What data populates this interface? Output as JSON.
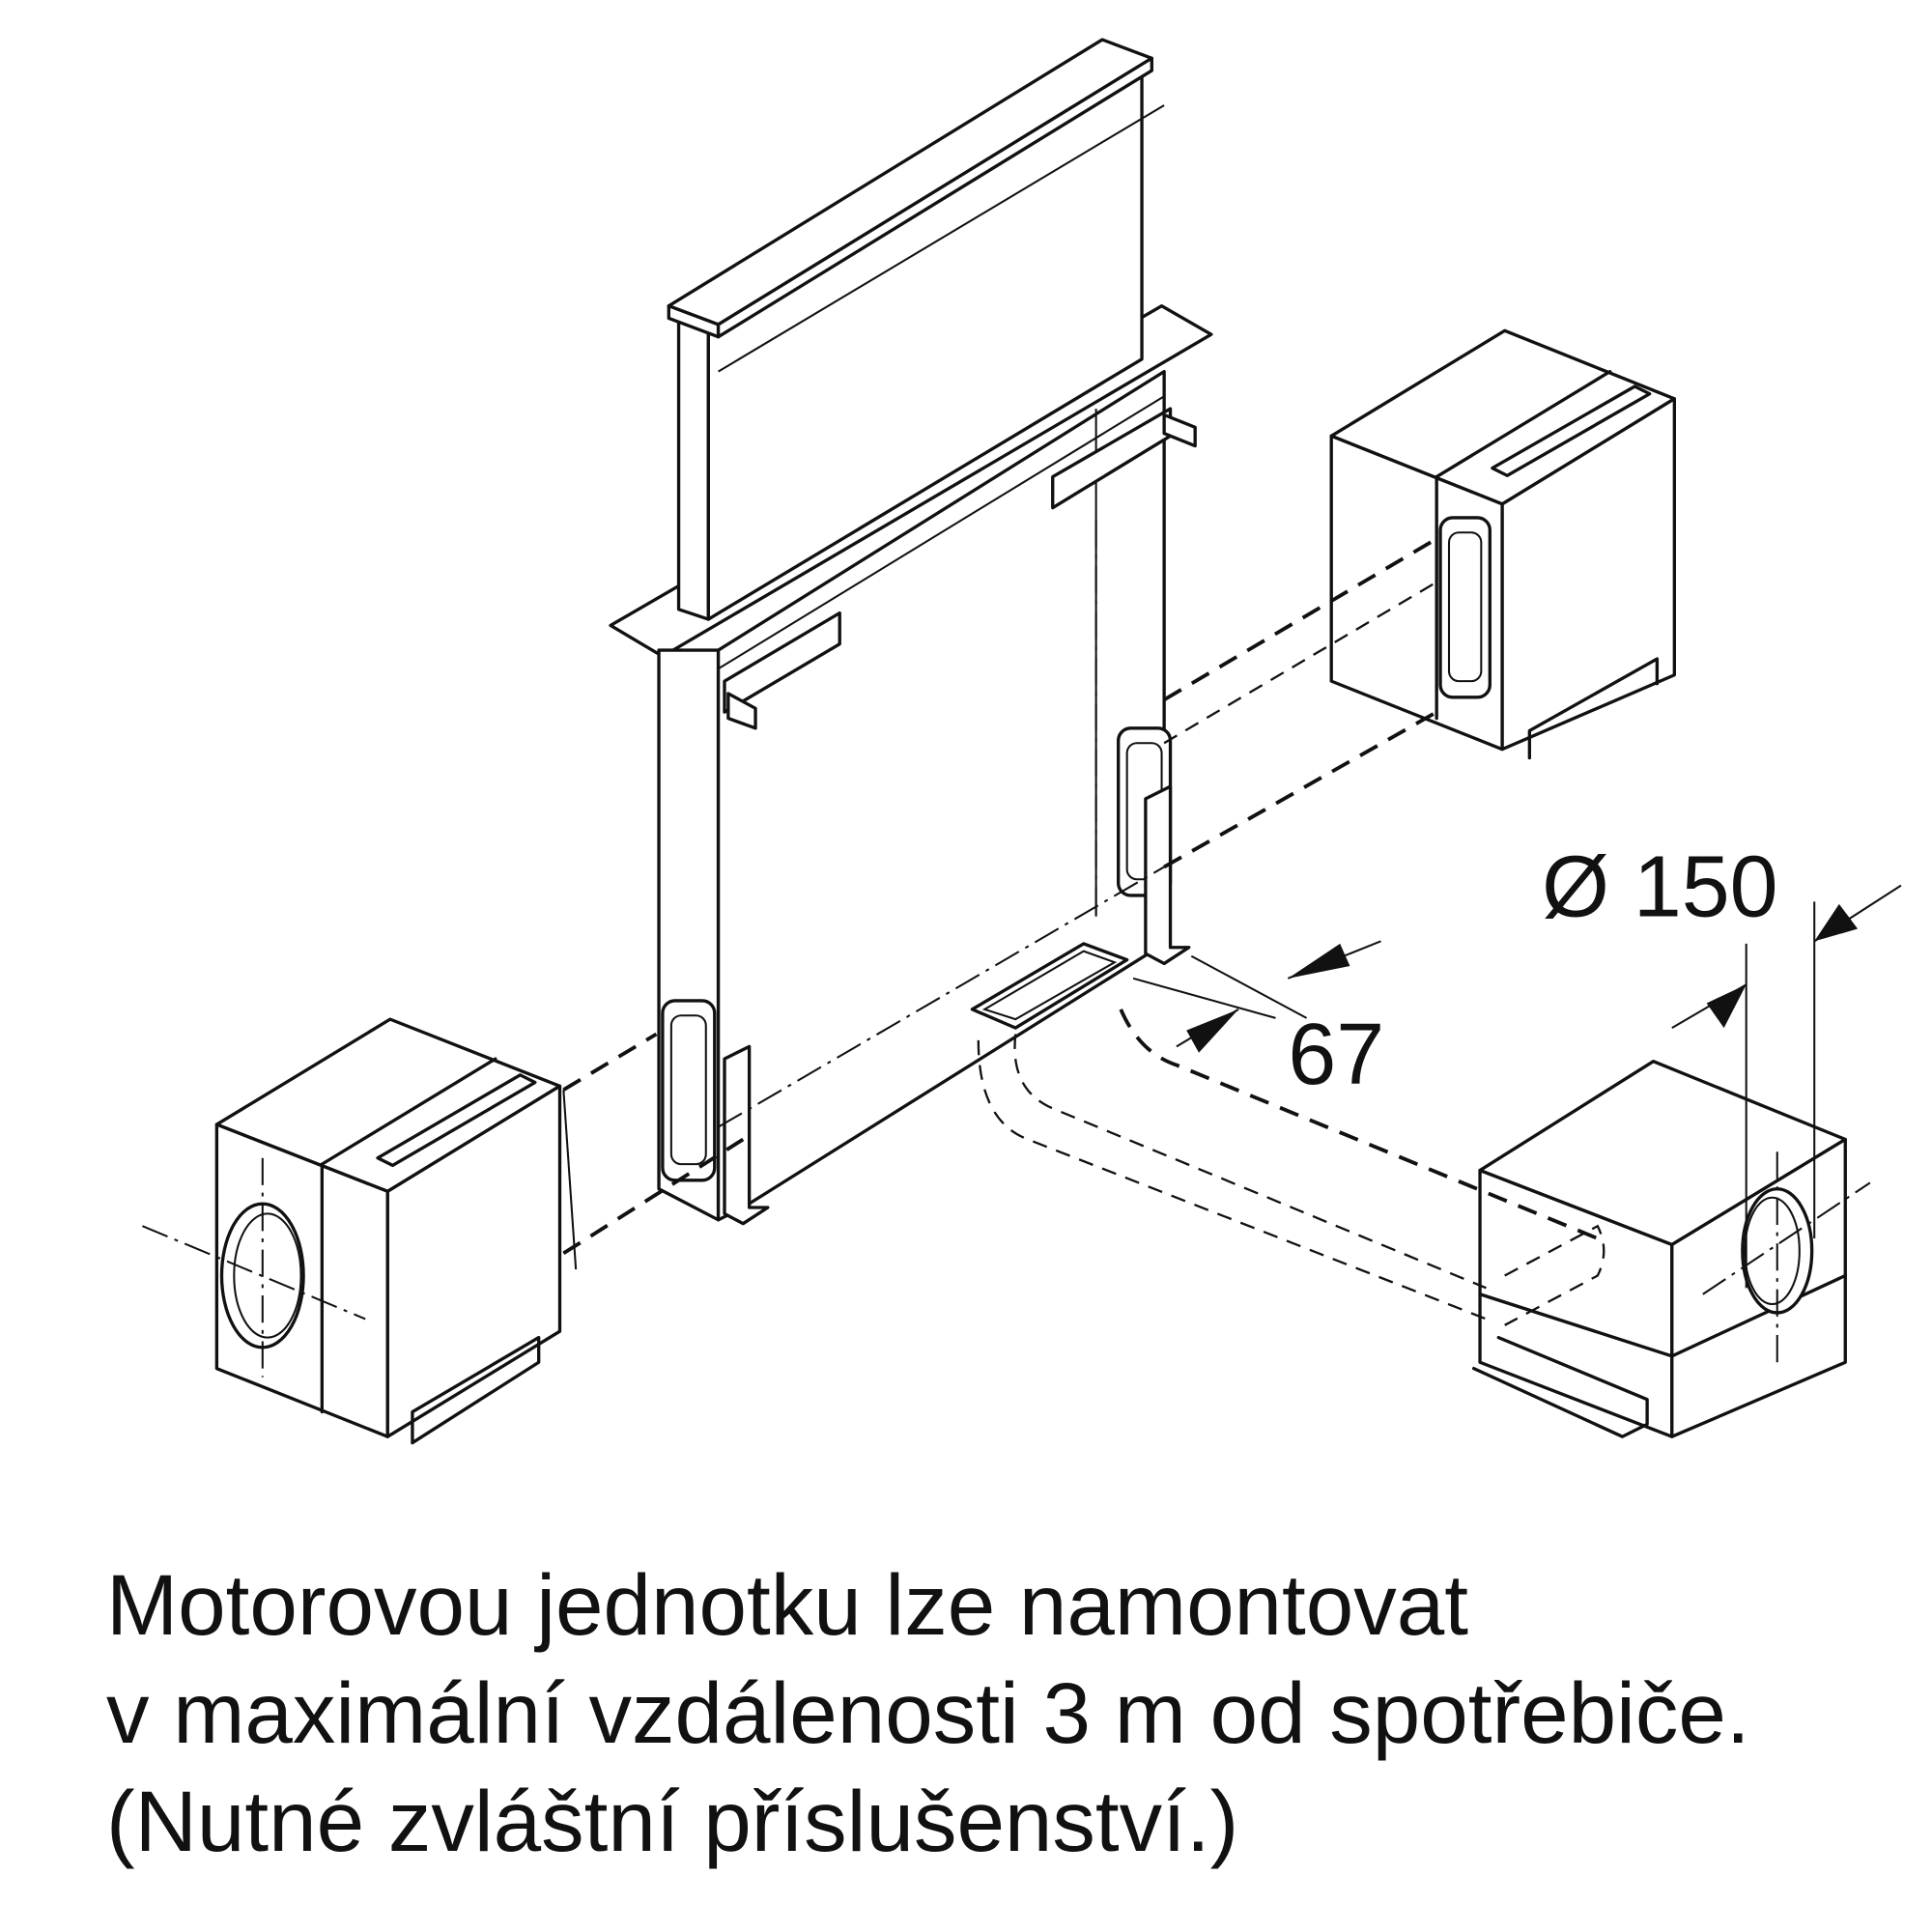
{
  "dimensions": {
    "gap_label": "67",
    "duct_diameter_label": "Ø 150"
  },
  "caption": {
    "lines": [
      "Motorovou jednotku lze namontovat",
      "v maximální vzdálenosti 3 m od spotřebiče.",
      "(Nutné zvláštní příslušenství.)"
    ]
  }
}
